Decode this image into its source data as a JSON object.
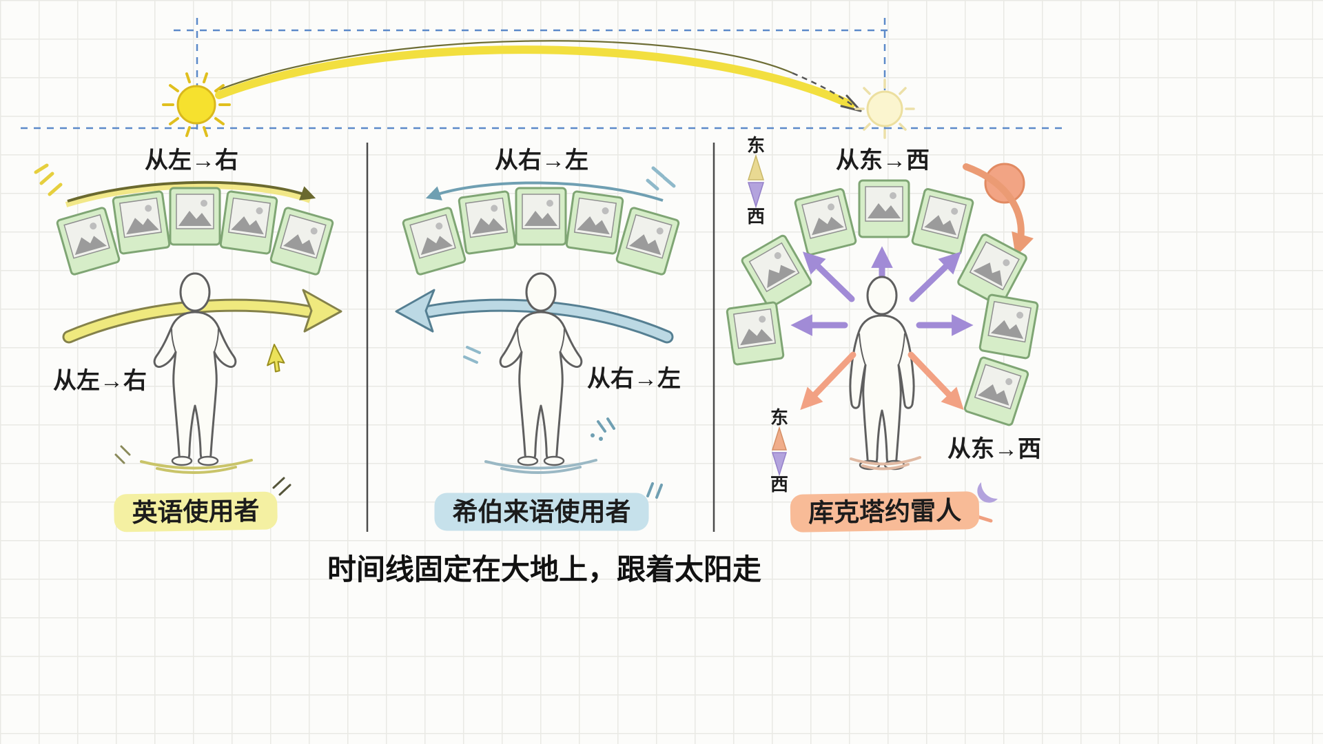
{
  "caption": "时间线固定在大地上，跟着太阳走",
  "sun_path": {
    "bright_sun_color": "#f6e12e",
    "faded_sun_color": "#fbf5cf",
    "arc_color": "#f2df3f",
    "guide_color": "#5b89c9"
  },
  "panels": {
    "english": {
      "top_label": "从左→右",
      "side_label": "从左→右",
      "name": "英语使用者",
      "highlight": "#f4f0a2",
      "arrow_color": "#efe97e"
    },
    "hebrew": {
      "top_label": "从右→左",
      "side_label": "从右→左",
      "name": "希伯来语使用者",
      "highlight": "#c6e1eb",
      "arrow_color": "#bcd9e4"
    },
    "kuuk_thaayorre": {
      "top_label": "从东→西",
      "side_label": "从东→西",
      "name": "库克塔约雷人",
      "highlight": "#f8bb97",
      "arrow_color_cardinal": "#a18bd6",
      "arrow_color_westward": "#f2a183",
      "compass_top": {
        "north_label": "东",
        "south_label": "西"
      },
      "compass_bottom": {
        "north_label": "东",
        "south_label": "西"
      }
    }
  }
}
